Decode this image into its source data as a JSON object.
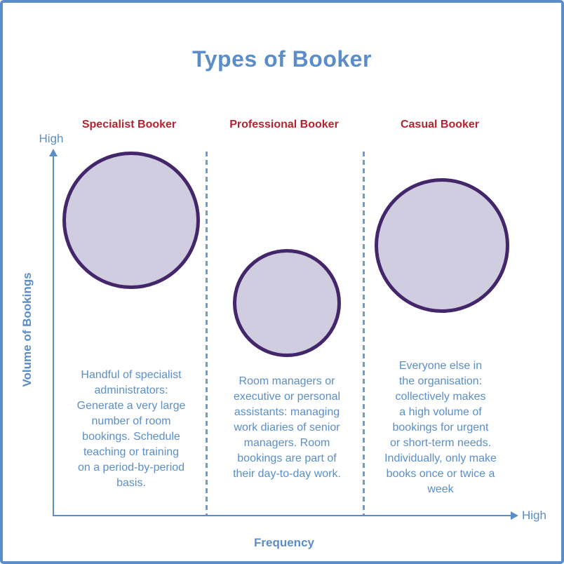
{
  "title": "Types of Booker",
  "axes": {
    "y_label": "Volume of Bookings",
    "x_label": "Frequency",
    "y_high_label": "High",
    "x_high_label": "High"
  },
  "columns": [
    {
      "header": "Specialist Booker",
      "description": "Handful of specialist\nadministrators:\nGenerate a very large\nnumber of room\nbookings. Schedule\nteaching or training\non a period-by-period\nbasis."
    },
    {
      "header": "Professional Booker",
      "description": "Room managers or\nexecutive or personal\nassistants: managing\nwork diaries of senior\nmanagers. Room\nbookings are part of\ntheir day-to-day work."
    },
    {
      "header": "Casual Booker",
      "description": "Everyone else in\nthe organisation:\ncollectively makes\na high volume of\nbookings for urgent\nor short-term needs.\nIndividually, only make\nbooks once or twice a\nweek"
    }
  ],
  "colors": {
    "accent_blue": "#5b8ec8",
    "header_red": "#b22431",
    "bubble_border_purple": "#44276a",
    "bubble_fill_lavender": "#d1cde1"
  },
  "chart_data": {
    "type": "scatter",
    "title": "Types of Booker",
    "xlabel": "Frequency",
    "ylabel": "Volume of Bookings",
    "axis_end_labels": {
      "x": "High",
      "y": "High"
    },
    "grid": "off",
    "series": [
      {
        "name": "Specialist Booker",
        "frequency": "low",
        "volume_of_bookings": "high",
        "bubble_size": "large"
      },
      {
        "name": "Professional Booker",
        "frequency": "medium",
        "volume_of_bookings": "medium",
        "bubble_size": "medium"
      },
      {
        "name": "Casual Booker",
        "frequency": "high",
        "volume_of_bookings": "medium-high",
        "bubble_size": "large"
      }
    ]
  }
}
